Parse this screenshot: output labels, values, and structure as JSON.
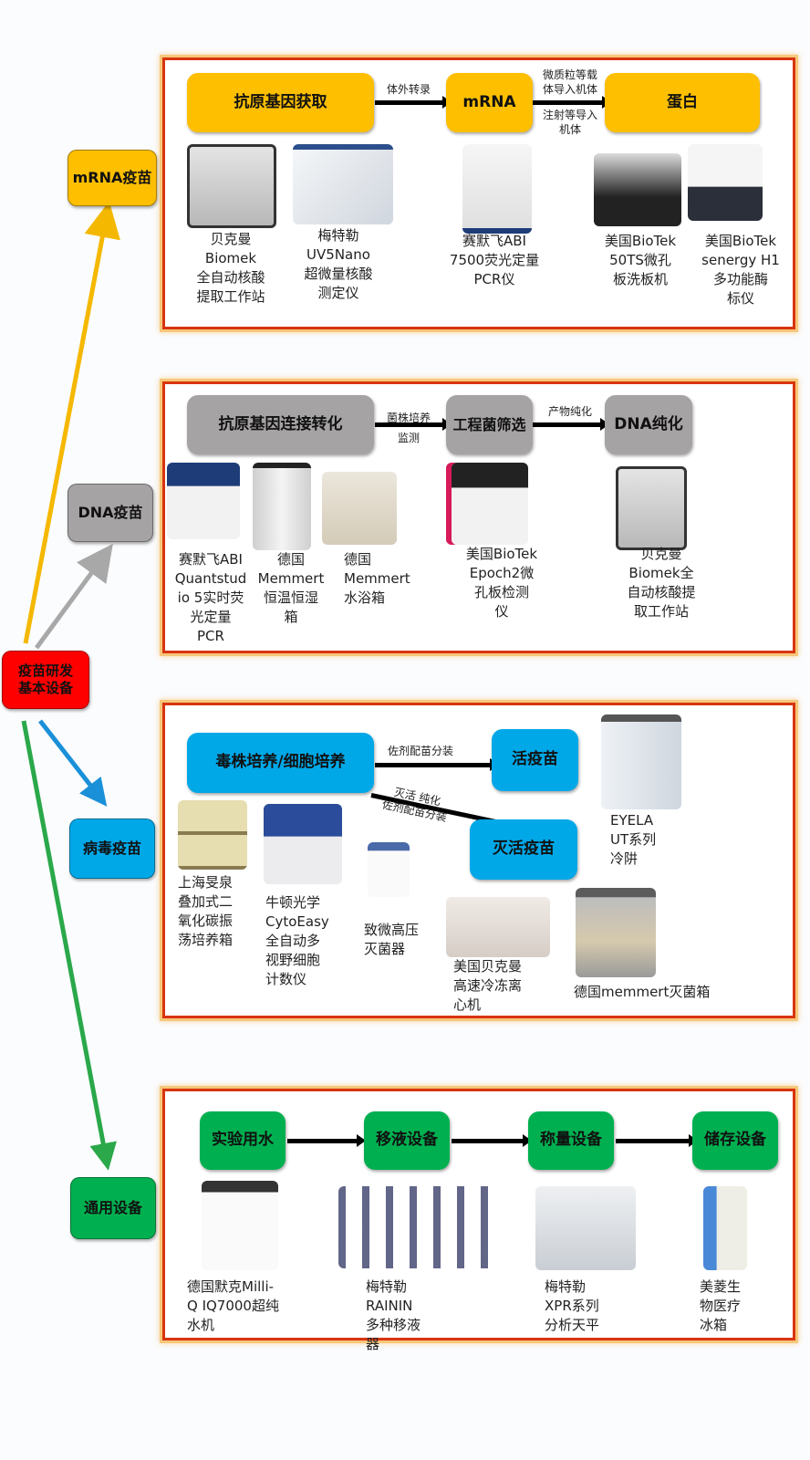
{
  "root": {
    "label": "疫苗研发\n基本设备",
    "color": "#ff0000"
  },
  "categories": [
    {
      "id": "mrna",
      "label": "mRNA疫苗",
      "color": "#fdbf00"
    },
    {
      "id": "dna",
      "label": "DNA疫苗",
      "color": "#a6a3a5"
    },
    {
      "id": "virus",
      "label": "病毒疫苗",
      "color": "#00a8e8"
    },
    {
      "id": "general",
      "label": "通用设备",
      "color": "#00b050"
    }
  ],
  "mrna": {
    "steps": [
      "抗原基因获取",
      "mRNA",
      "蛋白"
    ],
    "edges": [
      "体外转录",
      "微质粒等载\n体导入机体",
      "注射等导入\n机体"
    ],
    "devices": [
      "贝克曼\nBiomek\n全自动核酸\n提取工作站",
      "梅特勒\nUV5Nano\n超微量核酸\n测定仪",
      "赛默飞ABI\n7500荧光定量\nPCR仪",
      "美国BioTek\n50TS微孔\n板洗板机",
      "美国BioTek\nsenergy H1\n多功能酶\n标仪"
    ]
  },
  "dna": {
    "steps": [
      "抗原基因连接转化",
      "工程菌筛选",
      "DNA纯化"
    ],
    "edges": [
      "菌株培养\n监测",
      "产物纯化"
    ],
    "devices": [
      "赛默飞ABI\nQuantstud\nio 5实时荧\n光定量\nPCR",
      "德国\nMemmert\n恒温恒湿\n箱",
      "德国\nMemmert\n水浴箱",
      "美国BioTek\nEpoch2微\n孔板检测\n仪",
      "贝克曼\nBiomek全\n自动核酸提\n取工作站"
    ]
  },
  "virus": {
    "steps": [
      "毒株培养/细胞培养",
      "活疫苗",
      "灭活疫苗"
    ],
    "edges": [
      "佐剂配苗分装",
      "灭活 纯化\n佐剂配苗分装"
    ],
    "devices": [
      "上海旻泉\n叠加式二\n氧化碳振\n荡培养箱",
      "牛顿光学\nCytoEasy\n全自动多\n视野细胞\n计数仪",
      "致微高压\n灭菌器",
      "美国贝克曼\n高速冷冻离\n心机",
      "EYELA\nUT系列\n冷阱",
      "德国memmert灭菌箱"
    ]
  },
  "general": {
    "steps": [
      "实验用水",
      "移液设备",
      "称量设备",
      "储存设备"
    ],
    "devices": [
      "德国默克Milli-\nQ IQ7000超纯\n水机",
      "梅特勒\nRAININ\n多种移液\n器",
      "梅特勒\nXPR系列\n分析天平",
      "美菱生\n物医疗\n冰箱"
    ]
  }
}
